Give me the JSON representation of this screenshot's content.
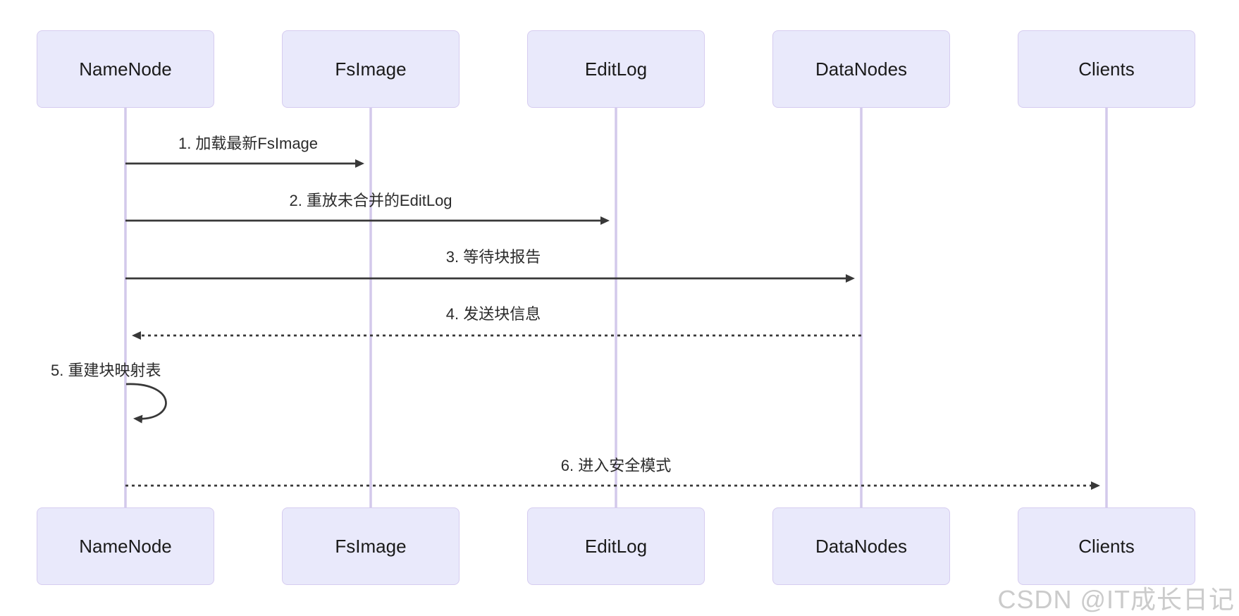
{
  "diagram": {
    "type": "sequence-diagram",
    "participants": [
      {
        "id": "namenode",
        "label": "NameNode"
      },
      {
        "id": "fsimage",
        "label": "FsImage"
      },
      {
        "id": "editlog",
        "label": "EditLog"
      },
      {
        "id": "datanodes",
        "label": "DataNodes"
      },
      {
        "id": "clients",
        "label": "Clients"
      }
    ],
    "messages": [
      {
        "seq": 1,
        "from": "NameNode",
        "to": "FsImage",
        "style": "solid",
        "text": "1. 加载最新FsImage"
      },
      {
        "seq": 2,
        "from": "NameNode",
        "to": "EditLog",
        "style": "solid",
        "text": "2. 重放未合并的EditLog"
      },
      {
        "seq": 3,
        "from": "NameNode",
        "to": "DataNodes",
        "style": "solid",
        "text": "3. 等待块报告"
      },
      {
        "seq": 4,
        "from": "DataNodes",
        "to": "NameNode",
        "style": "dashed",
        "text": "4. 发送块信息"
      },
      {
        "seq": 5,
        "from": "NameNode",
        "to": "NameNode",
        "style": "self-loop",
        "text": "5. 重建块映射表"
      },
      {
        "seq": 6,
        "from": "NameNode",
        "to": "Clients",
        "style": "dashed",
        "text": "6. 进入安全模式"
      }
    ],
    "colors": {
      "actor_fill": "#E9E9FB",
      "actor_border": "#D6CCF0",
      "lifeline": "#D3C9EB",
      "message_line": "#383838",
      "label_text": "#2B2B2B",
      "watermark_text": "#CBCBCB"
    }
  },
  "watermark": {
    "text": "CSDN @IT成长日记"
  }
}
